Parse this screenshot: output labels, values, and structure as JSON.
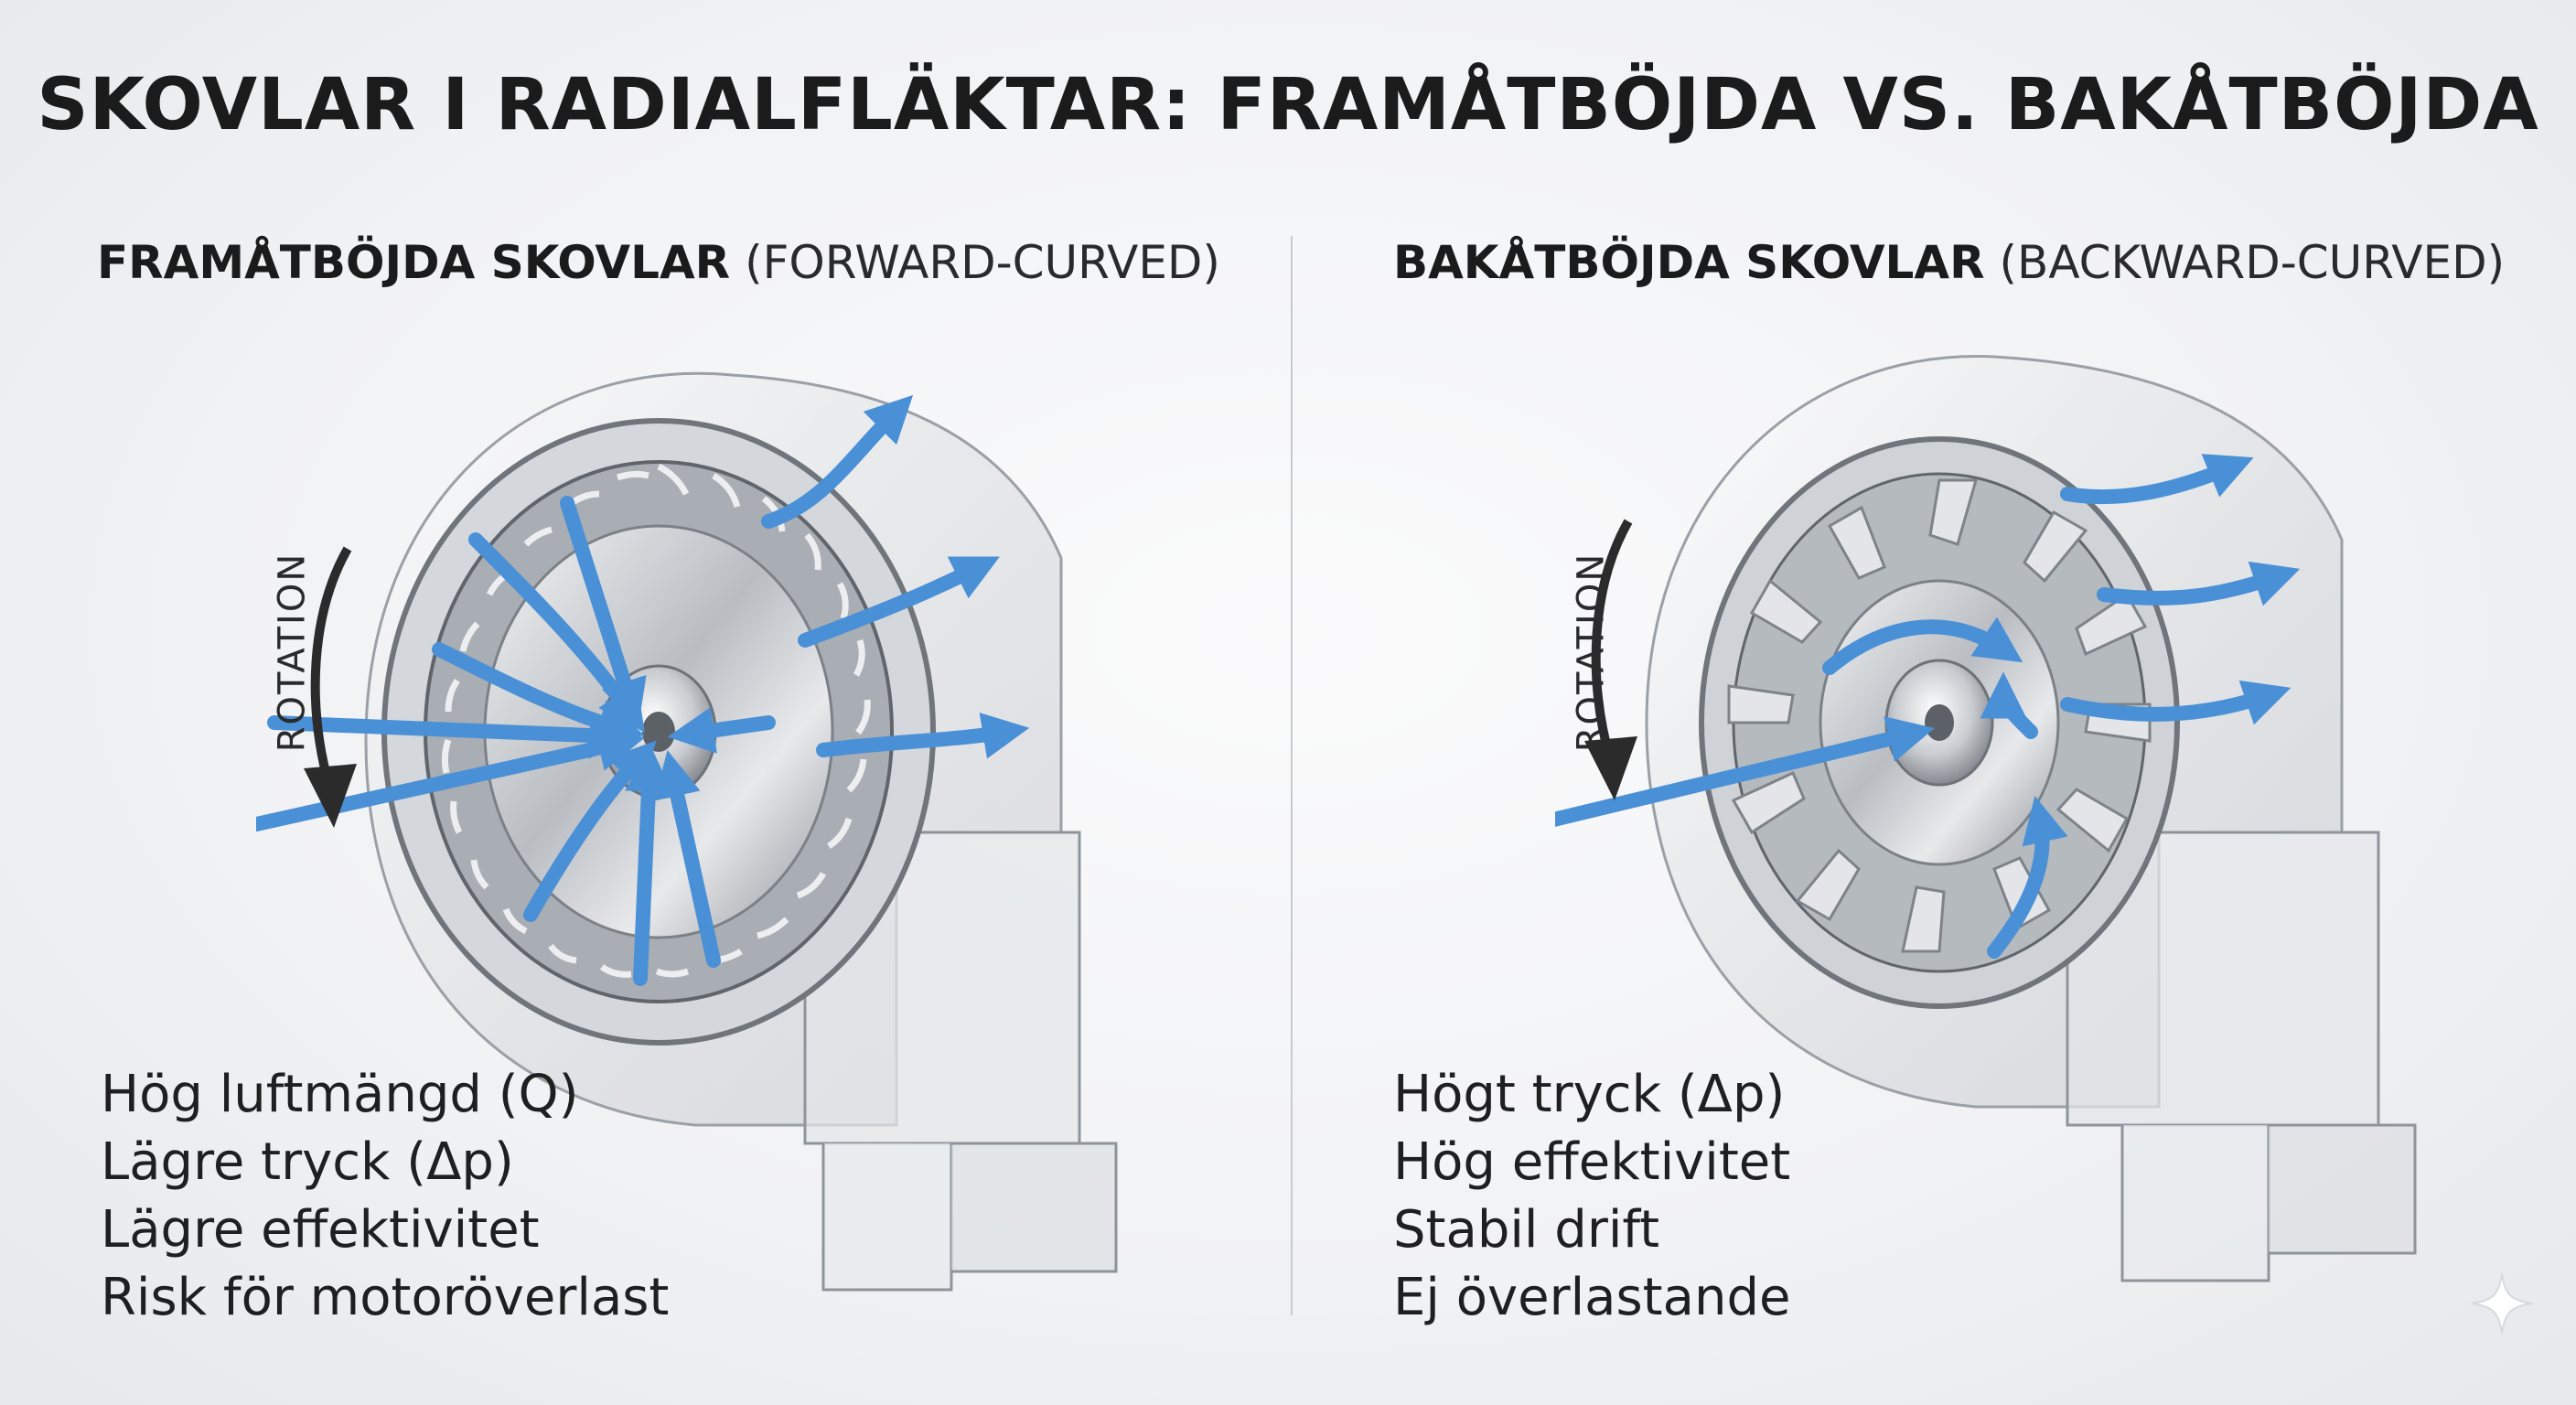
{
  "title": "SKOVLAR I RADIALFLÄKTAR: FRAMÅTBÖJDA VS. BAKÅTBÖJDA",
  "left": {
    "heading_strong": "FRAMÅTBÖJDA SKOVLAR",
    "heading_light": "(FORWARD-CURVED)",
    "rotation_label": "ROTATION",
    "properties": [
      "Hög luftmängd (Q)",
      "Lägre tryck (Δp)",
      "Lägre effektivitet",
      "Risk för motoröverlast"
    ]
  },
  "right": {
    "heading_strong": "BAKÅTBÖJDA SKOVLAR",
    "heading_light": "(BACKWARD-CURVED)",
    "rotation_label": "ROTATION",
    "properties": [
      "Högt tryck (Δp)",
      "Hög effektivitet",
      "Stabil drift",
      "Ej överlastande"
    ]
  },
  "icons": {
    "rotation_arrow": "curved-arrow-down-icon",
    "airflow_arrow": "airflow-arrow-icon",
    "sparkle": "sparkle-icon"
  },
  "colors": {
    "airflow": "#4a90d6",
    "arrow_dark": "#2b2b2b",
    "divider": "#c8cacd"
  }
}
